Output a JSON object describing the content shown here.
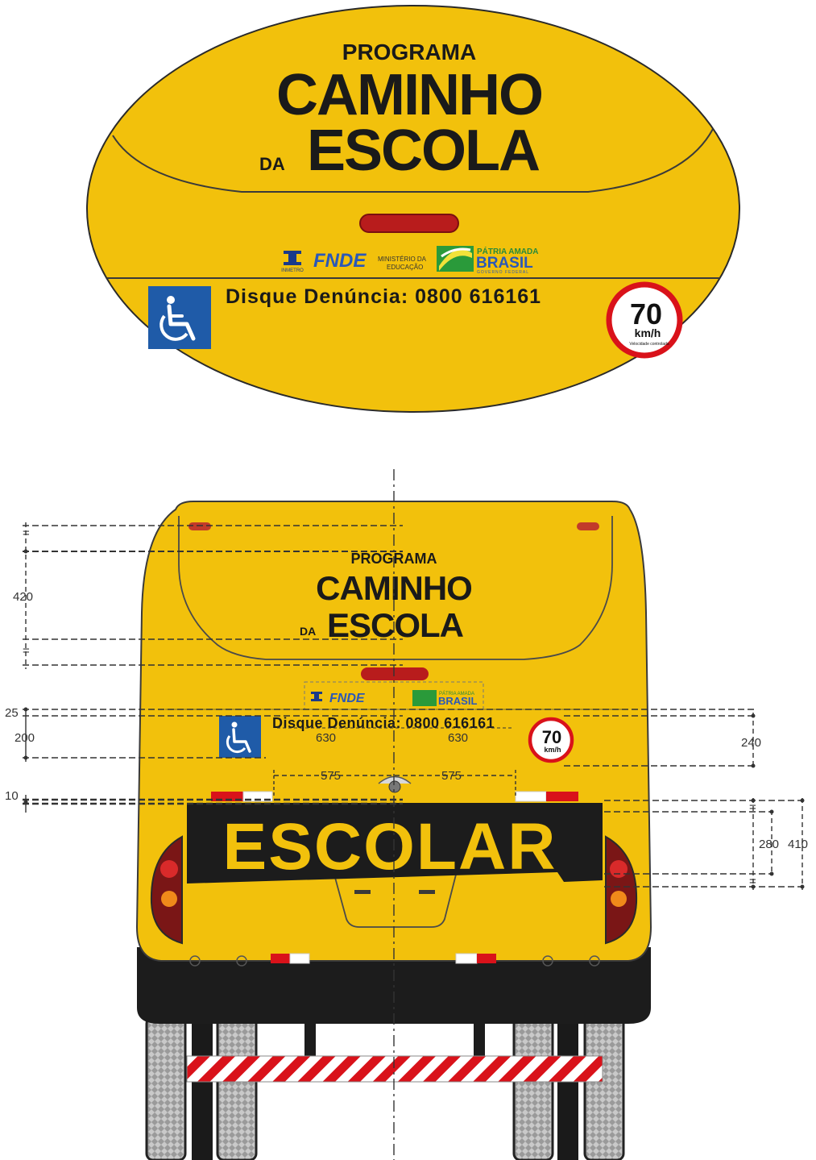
{
  "sticker": {
    "program_label": "PROGRAMA",
    "title_line1": "CAMINHO",
    "title_da": "DA",
    "title_line2": "ESCOLA",
    "inmetro": "INMETRO",
    "fnde": "FNDE",
    "ministerio_line1": "MINISTÉRIO DA",
    "ministerio_line2": "EDUCAÇÃO",
    "patria_amada": "PÁTRIA AMADA",
    "brasil": "BRASIL",
    "governo_federal": "GOVERNO FEDERAL",
    "hotline": "Disque Denúncia: 0800 616161",
    "speed_value": "70",
    "speed_unit": "km/h",
    "speed_caption": "Velocidade controlada",
    "colors": {
      "bus_yellow": "#f2c10c",
      "text_black": "#1a1a1a",
      "access_blue": "#1f5ba8",
      "speed_red": "#d9121a"
    }
  },
  "bus_drawing": {
    "program_label": "PROGRAMA",
    "title_line1": "CAMINHO",
    "title_da": "DA",
    "title_line2": "ESCOLA",
    "fnde": "FNDE",
    "brasil": "BRASIL",
    "patria_amada": "PÁTRIA AMADA",
    "hotline": "Disque Denúncia: 0800 616161",
    "escolar": "ESCOLAR",
    "speed_value": "70",
    "speed_unit": "km/h",
    "dimensions": {
      "eq_top": "=",
      "d420": "420",
      "eq_mid": "=",
      "d25": "25",
      "d200": "200",
      "d630_left": "630",
      "d630_right": "630",
      "d240": "240",
      "d575_left": "575",
      "d575_right": "575",
      "d10": "10",
      "eq_right": "=",
      "d280": "280",
      "d410": "410",
      "eq_right_bottom": "="
    }
  }
}
